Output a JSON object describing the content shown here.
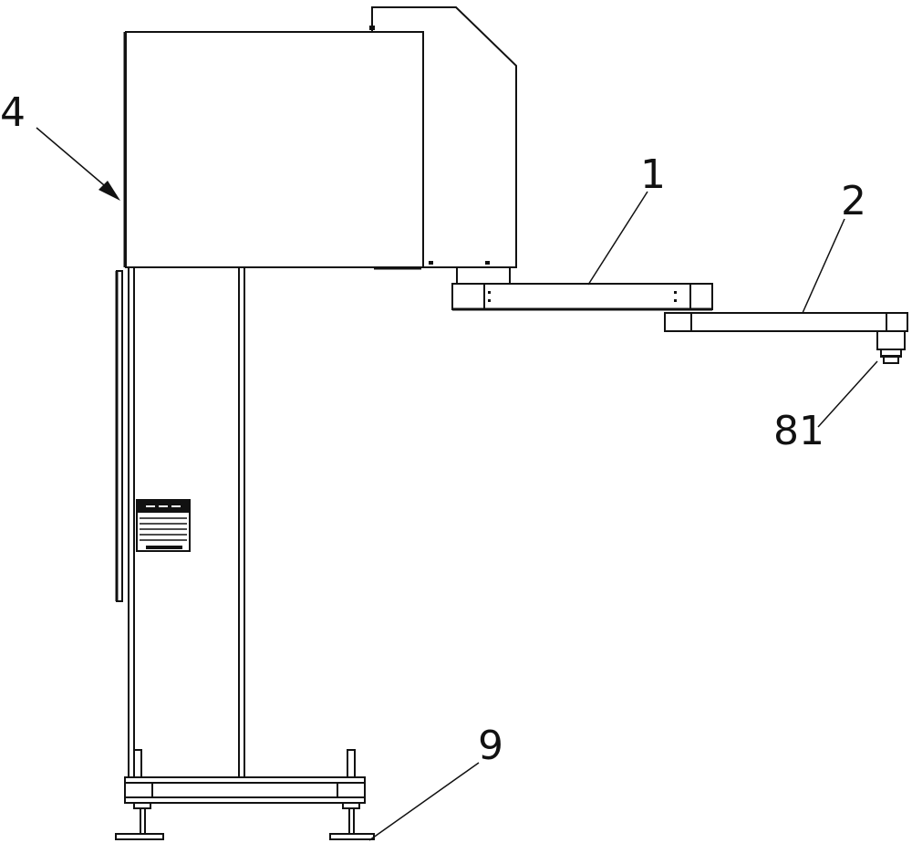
{
  "labels": {
    "frame": "4",
    "arm1": "1",
    "arm2": "2",
    "tool": "81",
    "foot": "9"
  }
}
